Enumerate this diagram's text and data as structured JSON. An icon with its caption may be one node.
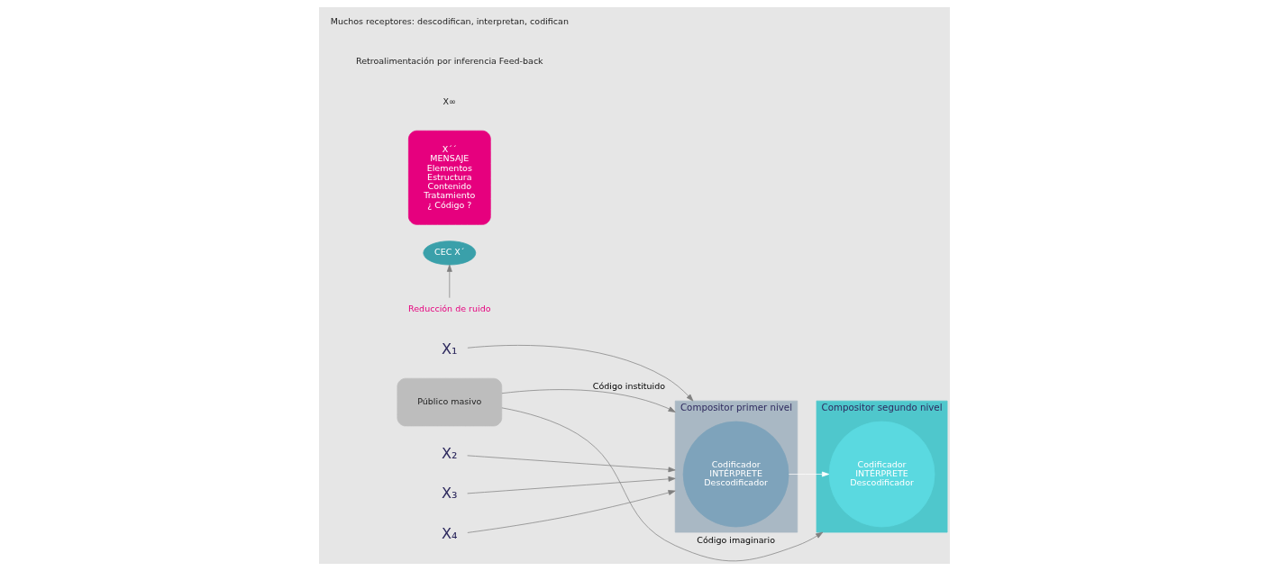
{
  "diagram": {
    "nodes": [
      {
        "text": [
          "X₁"
        ]
      },
      {
        "text": [
          "X₂"
        ]
      },
      {
        "text": [
          "X₃"
        ]
      },
      {
        "text": [
          "X₄"
        ]
      },
      {
        "text": [
          "Compositor primer nivel"
        ]
      },
      {
        "text": [
          "Codificador",
          "INTÉRPRETE",
          "Descodificador"
        ],
        "in": 4
      },
      {
        "text": [
          "Compositor segundo nivel"
        ]
      },
      {
        "text": [
          "Codificador",
          "INTÉRPRETE",
          "Descodificador"
        ],
        "in": 6
      },
      {
        "text": [
          "CEC X´"
        ]
      },
      {
        "text": [
          "Reducción de ruido"
        ]
      },
      {
        "text": [
          "X´´",
          "MENSAJE",
          "Elementos",
          "Estructura",
          "Contenido",
          "Tratamiento",
          "¿ Código ?"
        ]
      },
      {
        "text": [
          "Público masivo"
        ]
      }
    ],
    "edges": [
      {
        "from": 0,
        "to": 4,
        "arrow": "to"
      },
      {
        "from": 1,
        "to": 4,
        "arrow": "to"
      },
      {
        "from": 2,
        "to": 4,
        "arrow": "to"
      },
      {
        "from": 3,
        "to": 4,
        "arrow": "to"
      },
      {
        "from": 9,
        "to": 8,
        "arrow": "to"
      },
      {
        "from": 5,
        "to": 7,
        "arrow": "to",
        "color": "#ffffff"
      },
      {
        "from": 11,
        "to": 4,
        "label": "Código instituido",
        "arrow": "to"
      },
      {
        "from": 11,
        "to": 6,
        "label": "Código imaginario",
        "arrow": "to"
      }
    ],
    "labels": [
      "X∞",
      "Retroalimentación por inferencia Feed-back",
      "Muchos receptores: descodifican, interpretan, codifican"
    ]
  }
}
